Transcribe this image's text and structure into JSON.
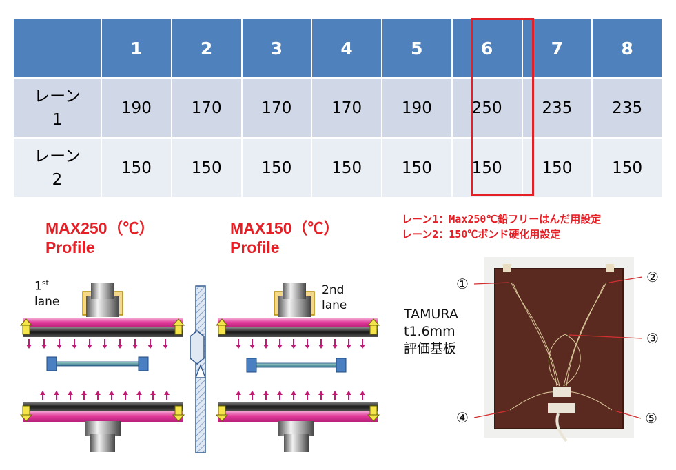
{
  "table": {
    "header": [
      "",
      "1",
      "2",
      "3",
      "4",
      "5",
      "6",
      "7",
      "8"
    ],
    "rows": [
      {
        "lane_label": "レーン",
        "lane_num": "1",
        "values": [
          "190",
          "170",
          "170",
          "170",
          "190",
          "250",
          "235",
          "235"
        ]
      },
      {
        "lane_label": "レーン",
        "lane_num": "2",
        "values": [
          "150",
          "150",
          "150",
          "150",
          "150",
          "150",
          "150",
          "150"
        ]
      }
    ],
    "highlight_column": "6",
    "highlight_color": "#e51f26",
    "header_color": "#4f81bd"
  },
  "profiles": {
    "left": {
      "line1": "MAX250（℃）",
      "line2": "Profile"
    },
    "right": {
      "line1": "MAX150（℃）",
      "line2": "Profile"
    }
  },
  "notes": {
    "line1": "レーン1：Max250℃鉛フリーはんだ用設定",
    "line2": "レーン2：150℃ボンド硬化用設定"
  },
  "lanes": {
    "first_base": "1",
    "first_sup": "st",
    "first_word": "lane",
    "second_line1": "2nd",
    "second_line2": "lane"
  },
  "board": {
    "line1": "TAMURA",
    "line2": "t1.6mm",
    "line3": "評価基板",
    "markers": [
      "①",
      "②",
      "③",
      "④",
      "⑤"
    ]
  }
}
